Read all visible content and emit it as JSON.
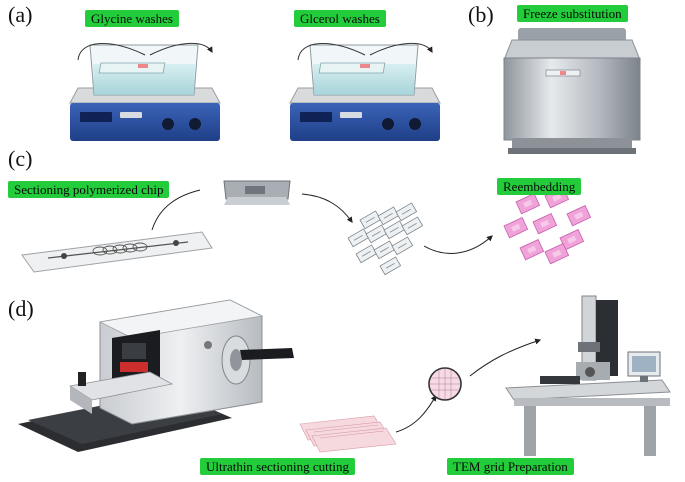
{
  "panels": {
    "a": "(a)",
    "b": "(b)",
    "c": "(c)",
    "d": "(d)"
  },
  "labels": {
    "glycine": "Glycine washes",
    "glycerol": "Glcerol washes",
    "freeze": "Freeze substitution",
    "sectioning": "Sectioning polymerized chip",
    "reembedding": "Reembedding",
    "ultrathin": "Ultrathin sectioning cutting",
    "tem": "TEM grid Preparation"
  },
  "colors": {
    "label_bg": "#22cc3a",
    "water": "#bfe3e6",
    "stirrer_body": "#2c4fa0",
    "pink": "#e97fc8",
    "steel": "#b9bec4"
  }
}
